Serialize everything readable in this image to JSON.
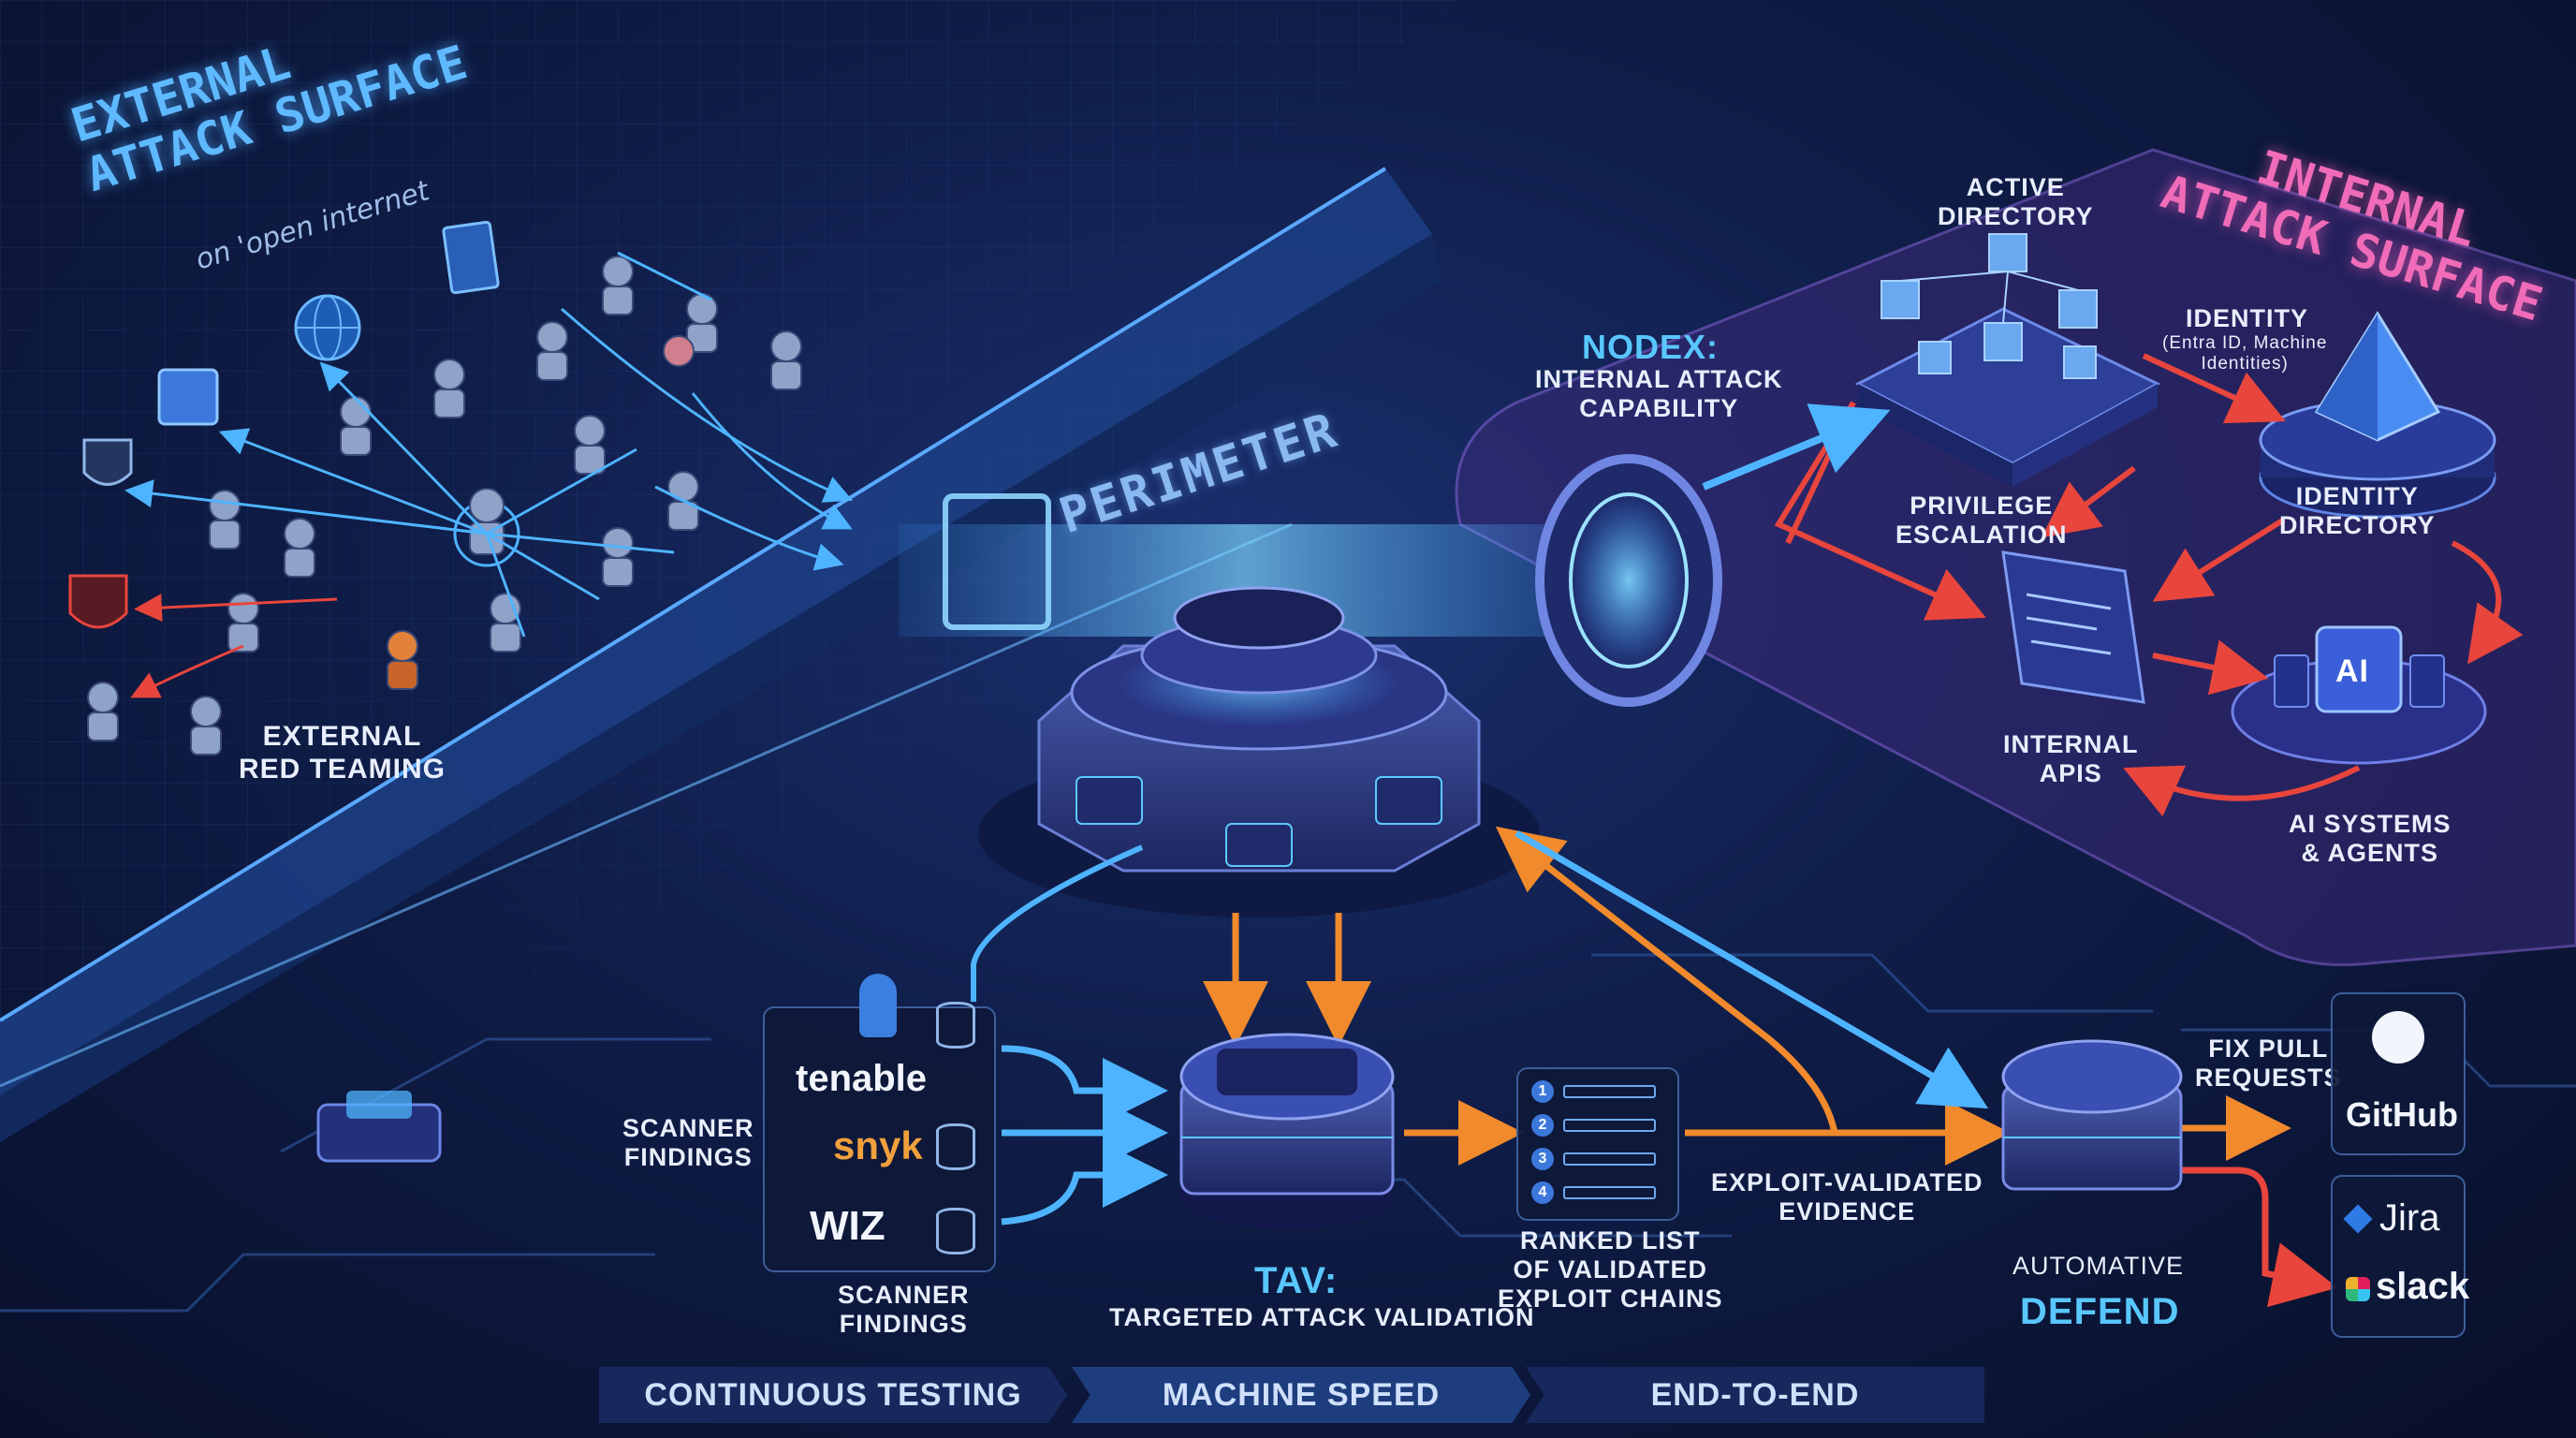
{
  "surfaces": {
    "external_title": "EXTERNAL\nATTACK SURFACE",
    "external_sub": "on 'open internet",
    "internal_title": "INTERNAL\nATTACK SURFACE",
    "perimeter": "PERIMETER"
  },
  "labels": {
    "external_red_teaming": "EXTERNAL\nRED TEAMING",
    "nodex": "NODEX:",
    "nodex_sub": "INTERNAL ATTACK\nCAPABILITY",
    "active_directory": "ACTIVE\nDIRECTORY",
    "identity": "IDENTITY",
    "identity_sub": "(Entra ID, Machine\nIdentities)",
    "privilege_escalation": "PRIVILEGE\nESCALATION",
    "identity_directory": "IDENTITY\nDIRECTORY",
    "internal_apis": "INTERNAL\nAPIS",
    "ai_systems": "AI SYSTEMS\n& AGENTS",
    "ai_badge": "AI",
    "scanner_findings_left": "SCANNER\nFINDINGS",
    "scanner_findings_bottom": "SCANNER\nFINDINGS",
    "tav": "TAV:",
    "tav_sub": "TARGETED ATTACK VALIDATION",
    "ranked_list": "RANKED LIST\nOF VALIDATED\nEXPLOIT CHAINS",
    "exploit_evidence": "EXPLOIT-VALIDATED\nEVIDENCE",
    "automative": "AUTOMATIVE",
    "defend": "DEFEND",
    "fix_pull_requests": "FIX PULL\nREQUESTS"
  },
  "ranked_items": [
    "1",
    "2",
    "3",
    "4"
  ],
  "brands": {
    "tenable": "tenable",
    "snyk": "snyk",
    "wiz": "WIZ",
    "github": "GitHub",
    "jira": "Jira",
    "slack": "slack"
  },
  "bottom_bar": [
    "CONTINUOUS TESTING",
    "MACHINE SPEED",
    "END-TO-END"
  ],
  "colors": {
    "external_accent": "#5fb9ff",
    "internal_accent": "#f06cb8",
    "orange_arrow": "#f08a2c",
    "red_arrow": "#e8453c",
    "blue_arrow": "#4aa8ff"
  }
}
